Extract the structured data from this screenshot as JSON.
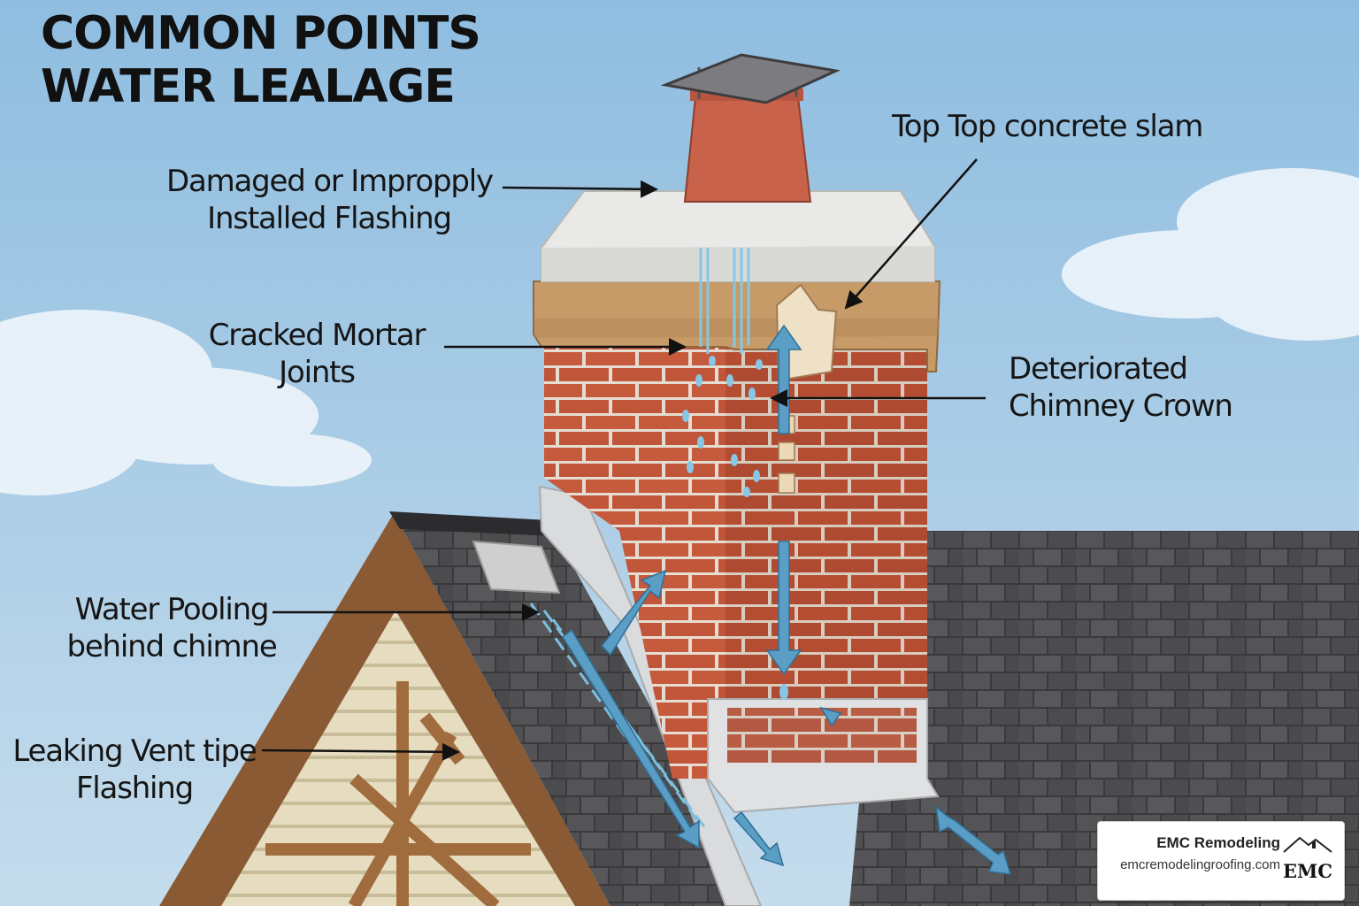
{
  "title": {
    "line1": "COMMON POINTS",
    "line2": "WATER LEALAGE"
  },
  "labels": {
    "flashing": {
      "line1": "Damaged or Impropply",
      "line2": "Installed Flashing"
    },
    "top_slab": {
      "line1": "Top Top concrete slam"
    },
    "mortar": {
      "line1": "Cracked Mortar",
      "line2": "Joints"
    },
    "crown": {
      "line1": "Deteriorated",
      "line2": "Chimney Crown"
    },
    "pooling": {
      "line1": "Water Pooling",
      "line2": "behind chimne"
    },
    "vent": {
      "line1": "Leaking Vent tipe",
      "line2": "Flashing"
    }
  },
  "brand": {
    "name": "EMC Remodeling",
    "url": "emcremodelingroofing.com",
    "logo_text": "EMC"
  },
  "colors": {
    "sky": "#a9cbe7",
    "brick": "#c65a3d",
    "mortar": "#e8e3da",
    "shingle": "#4b4b4d",
    "water": "#7dbfdf",
    "arrow": "#5a9ec6",
    "gable_trim": "#8a5a34"
  }
}
